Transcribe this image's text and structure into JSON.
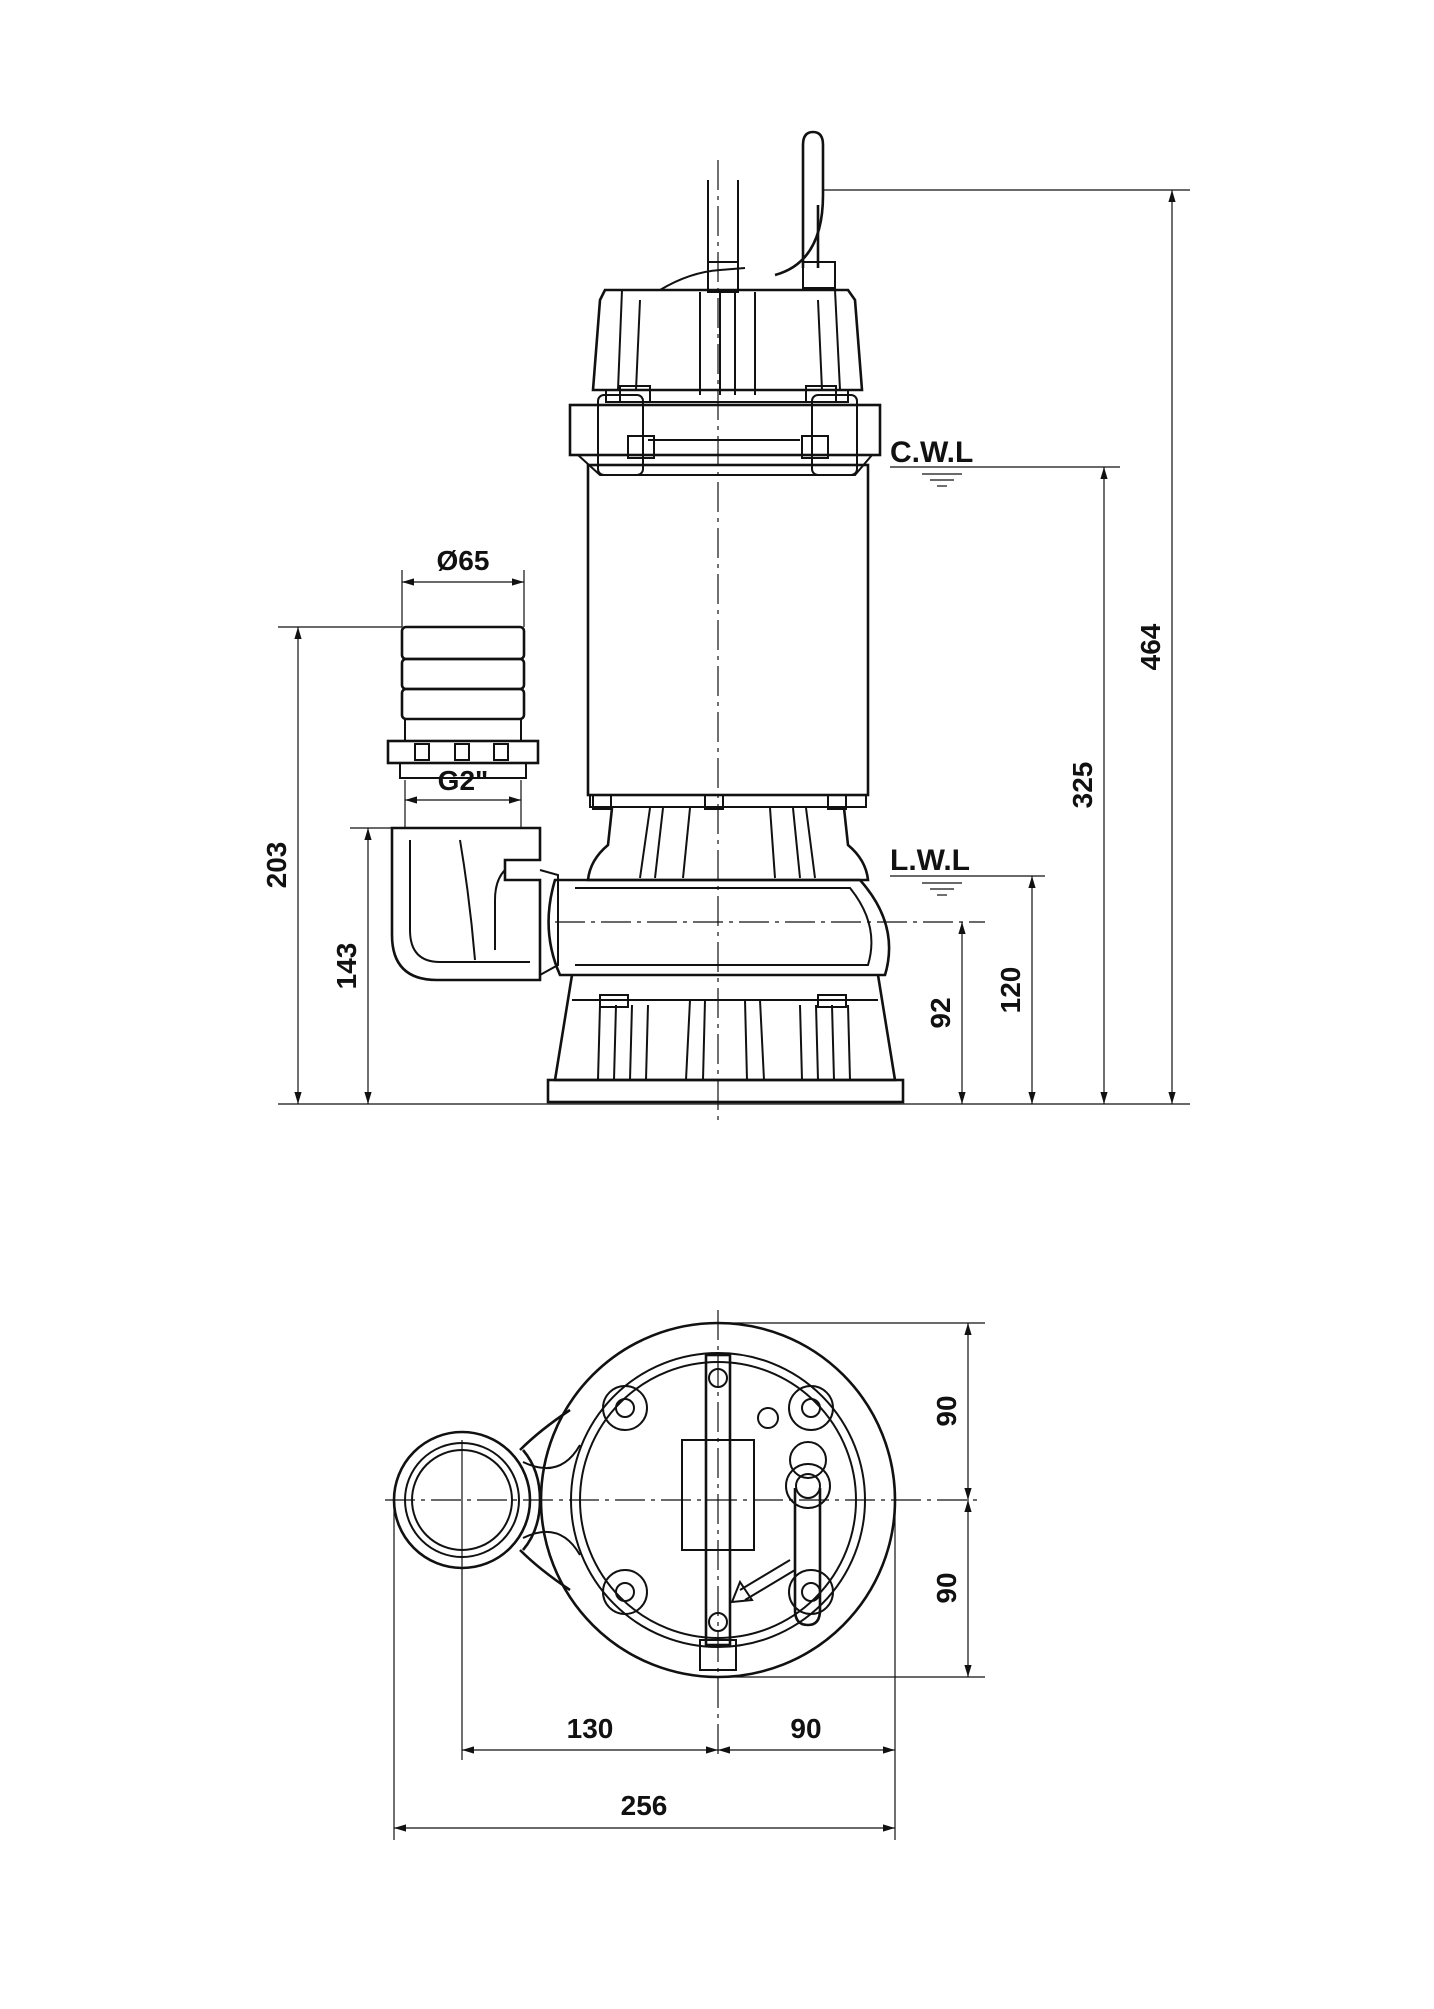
{
  "side_view": {
    "labels": {
      "cwl": "C.W.L",
      "lwl": "L.W.L",
      "outlet_diameter": "Ø65",
      "outlet_thread": "G2\""
    },
    "dimensions": {
      "overall_height": "464",
      "cwl_height": "325",
      "lwl_height": "120",
      "inlet_center_height": "92",
      "outlet_height": "203",
      "elbow_height": "143"
    }
  },
  "top_view": {
    "dimensions": {
      "upper_half": "90",
      "lower_half": "90",
      "outlet_offset": "130",
      "body_radius": "90",
      "overall_width": "256"
    }
  }
}
